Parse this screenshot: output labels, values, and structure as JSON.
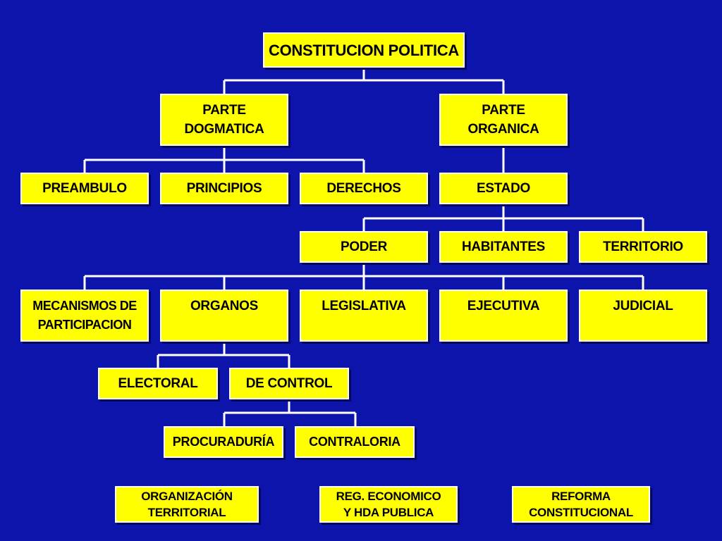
{
  "colors": {
    "background": "#0c14ab",
    "box_fill": "#ffff00",
    "box_border": "#ffffff",
    "connector": "#ffffff",
    "text": "#000000"
  },
  "nodes": {
    "root": "CONSTITUCION POLITICA",
    "parte_dogmatica": "PARTE\nDOGMATICA",
    "parte_organica": "PARTE\nORGANICA",
    "preambulo": "PREAMBULO",
    "principios": "PRINCIPIOS",
    "derechos": "DERECHOS",
    "estado": "ESTADO",
    "poder": "PODER",
    "habitantes": "HABITANTES",
    "territorio": "TERRITORIO",
    "mecanismos": "MECANISMOS DE\nPARTICIPACION",
    "organos": "ORGANOS",
    "legislativa": "LEGISLATIVA",
    "ejecutiva": "EJECUTIVA",
    "judicial": "JUDICIAL",
    "electoral": "ELECTORAL",
    "de_control": "DE CONTROL",
    "procuraduria": "PROCURADURÍA",
    "contraloria": "CONTRALORIA",
    "organizacion_territorial": "ORGANIZACIÓN\nTERRITORIAL",
    "reg_economico": "REG. ECONOMICO\nY HDA PUBLICA",
    "reforma_constitucional": "REFORMA\nCONSTITUCIONAL"
  }
}
